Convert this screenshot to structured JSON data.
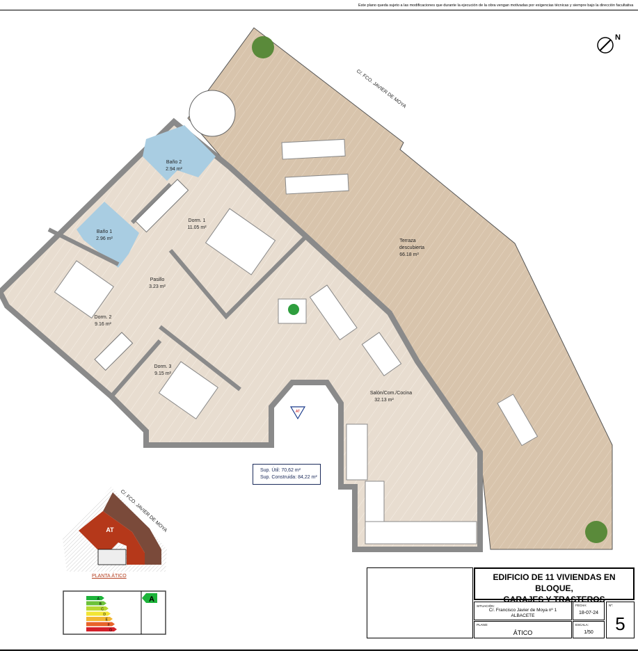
{
  "disclaimer": "Este plano queda sujeto a las modificaciones que durante la ejecución de la obra vengan motivadas por exigencias técnicas y siempre bajo la dirección facultativa",
  "north_label": "N",
  "street_label": "C/. FCO. JAVIER DE MOYA",
  "rooms": {
    "bano2": {
      "name": "Baño 2",
      "area": "2.94 m²"
    },
    "bano1": {
      "name": "Baño 1",
      "area": "2.96 m²"
    },
    "dorm1": {
      "name": "Dorm. 1",
      "area": "11.05 m²"
    },
    "pasillo": {
      "name": "Pasillo",
      "area": "3.23 m²"
    },
    "dorm2": {
      "name": "Dorm. 2",
      "area": "9.16 m²"
    },
    "dorm3": {
      "name": "Dorm. 3",
      "area": "9.15 m²"
    },
    "salon": {
      "name": "Salón/Com./Cocina",
      "area": "32.13 m²"
    },
    "terraza": {
      "name1": "Terraza",
      "name2": "descubierta",
      "area": "66.18 m²"
    }
  },
  "entry_marker": "AT",
  "surfaces": {
    "util": "Sup. Útil: 70,62 m²",
    "construida": "Sup. Construida: 84,22 m²"
  },
  "key_plan": {
    "unit_label": "AT",
    "street": "C/. FCO. JAVIER DE MOYA",
    "caption": "PLANTA ÁTICO",
    "colors": {
      "unit": "#b5381a",
      "other": "#7a4a3a"
    }
  },
  "energy": {
    "grades": [
      "A",
      "B",
      "C",
      "D",
      "E",
      "F",
      "G"
    ],
    "colors": [
      "#1db33a",
      "#6cc23a",
      "#b8d832",
      "#f2e534",
      "#f2b630",
      "#e8632a",
      "#d4202a"
    ],
    "rating": "A"
  },
  "title_block": {
    "project_title_line1": "EDIFICIO DE 11 VIVIENDAS EN BLOQUE,",
    "project_title_line2": "GARAJES Y TRASTEROS",
    "situacion_label": "SITUACIÓN:",
    "situacion_line1": "C/. Francisco Javier de Moya nº 1",
    "situacion_line2": "ALBACETE",
    "fecha_label": "FECHA:",
    "fecha": "18-07-24",
    "numero_label": "Nº:",
    "numero": "5",
    "plano_label": "PLANO:",
    "plano": "ÁTICO",
    "escala_label": "ESCALA:",
    "escala": "1/50"
  }
}
